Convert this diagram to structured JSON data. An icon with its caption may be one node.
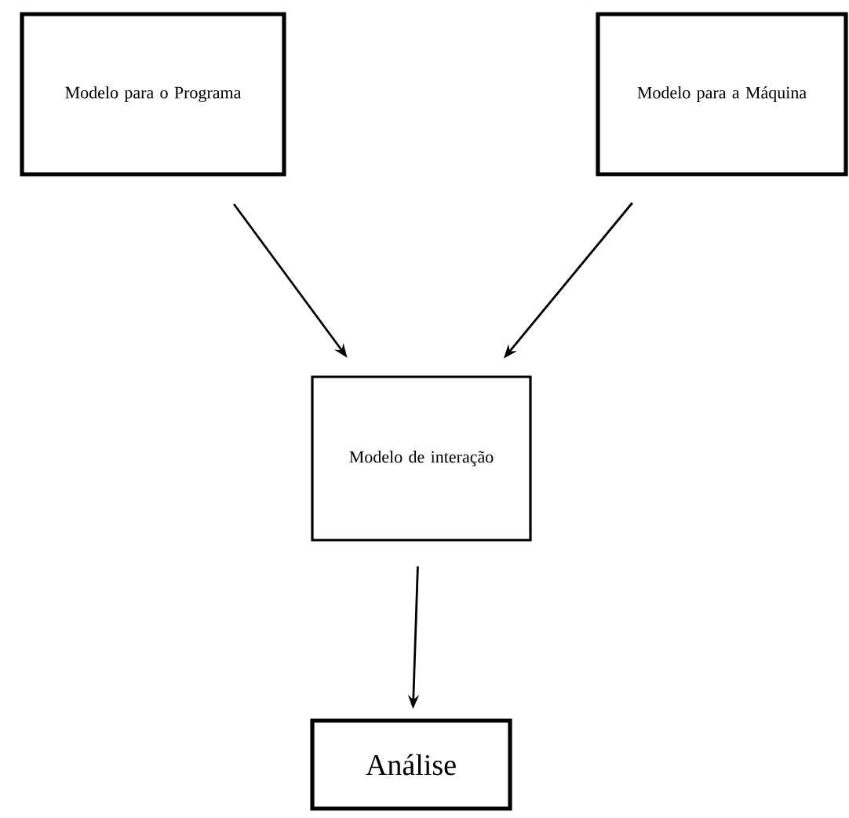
{
  "diagram": {
    "nodes": [
      {
        "text": [
          "Modelo para o Programa"
        ]
      },
      {
        "text": [
          "Modelo para a Máquina"
        ]
      },
      {
        "text": [
          "Modelo de interação"
        ]
      },
      {
        "text": [
          "Análise"
        ]
      }
    ],
    "edges": [
      {
        "from": 0,
        "to": 2,
        "arrow": "to"
      },
      {
        "from": 1,
        "to": 2,
        "arrow": "to"
      },
      {
        "from": 2,
        "to": 3,
        "arrow": "to"
      }
    ]
  }
}
